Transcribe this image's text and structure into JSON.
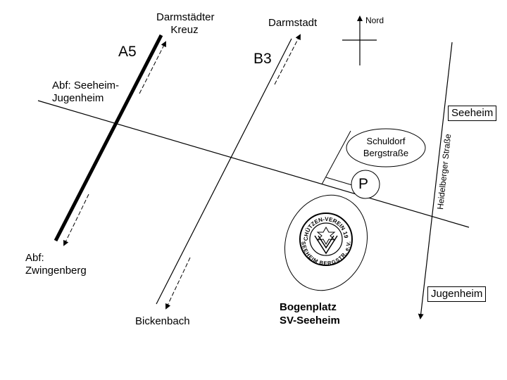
{
  "map": {
    "title": "Bogenplatz SV-Seeheim",
    "destination": {
      "line1": "Bogenplatz",
      "line2": "SV-Seeheim"
    },
    "compass": {
      "label": "Nord"
    },
    "roads": {
      "a5": {
        "label": "A5"
      },
      "b3": {
        "label": "B3"
      },
      "heidelberger": {
        "label": "Heidelberger Straße"
      }
    },
    "places": {
      "darmstaedter_kreuz": {
        "line1": "Darmstädter",
        "line2": "Kreuz"
      },
      "darmstadt": "Darmstadt",
      "bickenbach": "Bickenbach",
      "seeheim": "Seeheim",
      "jugenheim": "Jugenheim",
      "schuldorf": {
        "line1": "Schuldorf",
        "line2": "Bergstraße"
      },
      "parking": "P"
    },
    "exits": {
      "seeheim_jugenheim": {
        "line1": "Abf: Seeheim-",
        "line2": "Jugenheim"
      },
      "zwingenberg": {
        "line1": "Abf:",
        "line2": "Zwingenberg"
      }
    },
    "logo": {
      "top_text": "SCHÜTZEN-VEREIN 1912",
      "bottom_text": "SEEHEIM BERGSTR. e.V."
    }
  }
}
